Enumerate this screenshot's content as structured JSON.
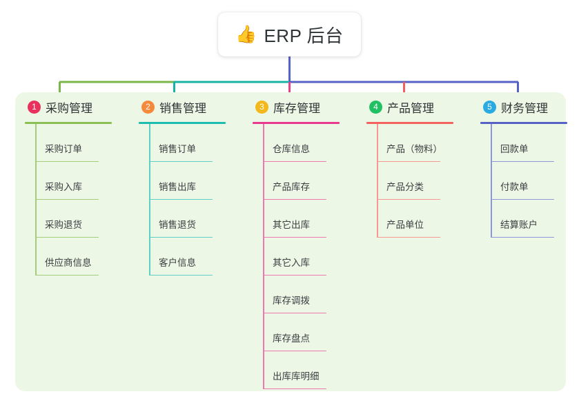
{
  "root": {
    "emoji": "👍",
    "emoji_name": "thumbs-up-icon",
    "title": "ERP 后台"
  },
  "colors": {
    "canvas": "#ffffff",
    "panel_bg": "#edf7e6",
    "text": "#2f3437",
    "leaf_text": "#3a3f42",
    "bus_green": "#7ab648",
    "bus_teal": "#17b3a3",
    "bus_blue": "#5661c6",
    "bus_pink": "#e8408a",
    "bus_red": "#f2615c",
    "badge_1": "#e8315c",
    "badge_2": "#f58a3a",
    "badge_3": "#f3b81b",
    "badge_4": "#21c063",
    "badge_5": "#29abe2"
  },
  "columns": [
    {
      "number": "1",
      "title": "采购管理",
      "badge_color": "#e8315c",
      "line_color": "#8cc055",
      "leaf_line_color": "#a3cd7a",
      "items": [
        {
          "label": "采购订单"
        },
        {
          "label": "采购入库"
        },
        {
          "label": "采购退货"
        },
        {
          "label": "供应商信息"
        }
      ]
    },
    {
      "number": "2",
      "title": "销售管理",
      "badge_color": "#f58a3a",
      "line_color": "#1cbcae",
      "leaf_line_color": "#5fcec4",
      "items": [
        {
          "label": "销售订单"
        },
        {
          "label": "销售出库"
        },
        {
          "label": "销售退货"
        },
        {
          "label": "客户信息"
        }
      ]
    },
    {
      "number": "3",
      "title": "库存管理",
      "badge_color": "#f3b81b",
      "line_color": "#ea3a8f",
      "leaf_line_color": "#ef77b0",
      "items": [
        {
          "label": "仓库信息"
        },
        {
          "label": "产品库存"
        },
        {
          "label": "其它出库"
        },
        {
          "label": "其它入库"
        },
        {
          "label": "库存调拨"
        },
        {
          "label": "库存盘点"
        },
        {
          "label": "出库库明细"
        }
      ]
    },
    {
      "number": "4",
      "title": "产品管理",
      "badge_color": "#21c063",
      "line_color": "#f4625d",
      "leaf_line_color": "#f69792",
      "items": [
        {
          "label": "产品（物料）"
        },
        {
          "label": "产品分类"
        },
        {
          "label": "产品单位"
        }
      ]
    },
    {
      "number": "5",
      "title": "财务管理",
      "badge_color": "#29abe2",
      "line_color": "#5661c6",
      "leaf_line_color": "#8d95dd",
      "items": [
        {
          "label": "回款单"
        },
        {
          "label": "付款单"
        },
        {
          "label": "结算账户"
        }
      ]
    }
  ]
}
